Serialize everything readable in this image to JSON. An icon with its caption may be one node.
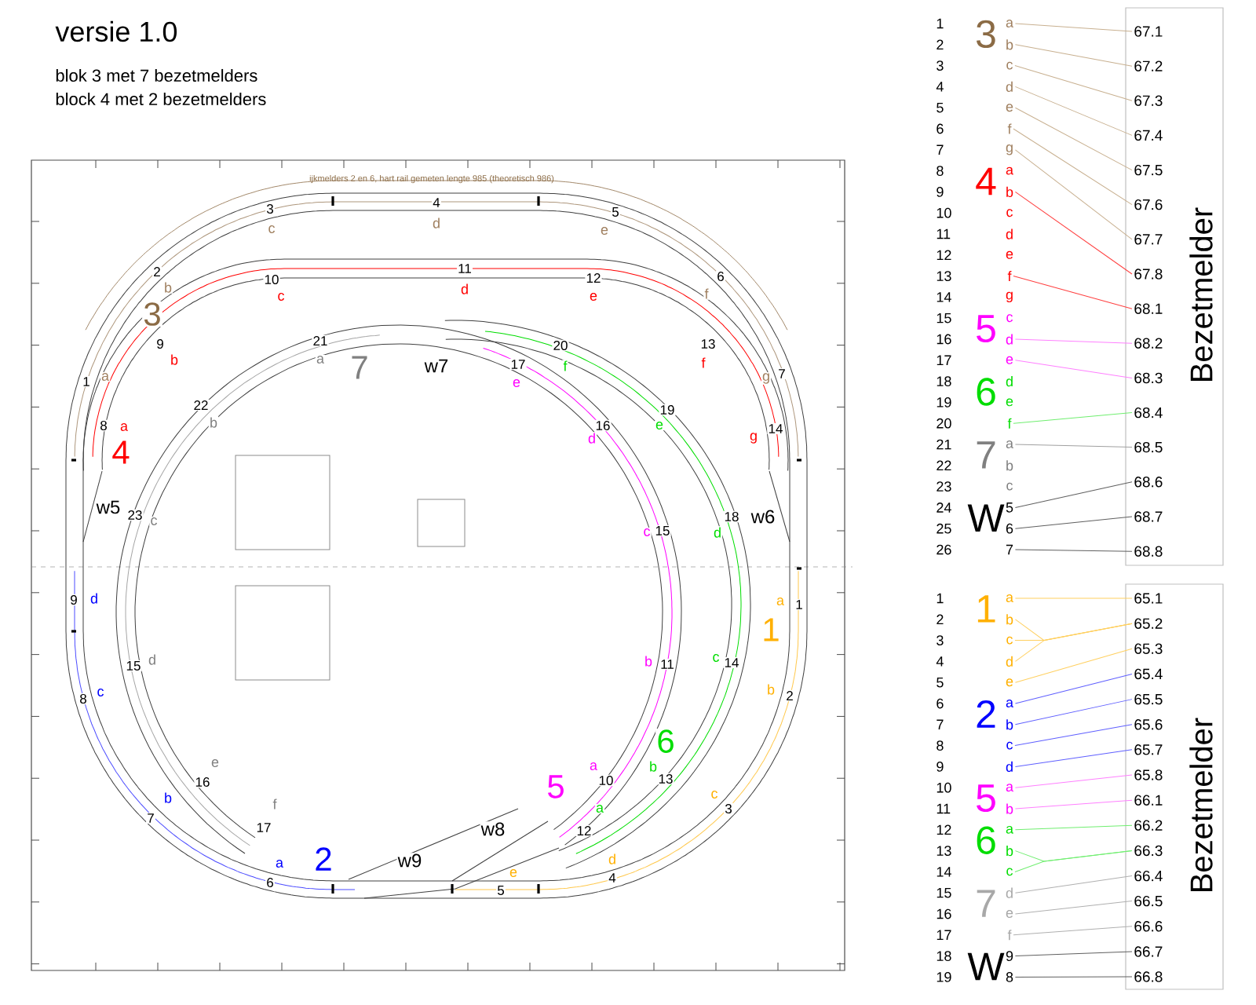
{
  "diagram": {
    "title": "versie 1.0",
    "nodes": [
      {
        "text": [
          "a"
        ]
      },
      {
        "text": [
          "b"
        ]
      },
      {
        "text": [
          "c"
        ]
      },
      {
        "text": [
          "d"
        ]
      },
      {
        "text": [
          "e"
        ]
      },
      {
        "text": [
          "f"
        ]
      },
      {
        "text": [
          "g"
        ]
      },
      {
        "text": [
          "b"
        ]
      },
      {
        "text": [
          "f"
        ]
      },
      {
        "text": [
          "d"
        ]
      },
      {
        "text": [
          "e"
        ]
      },
      {
        "text": [
          "f"
        ]
      },
      {
        "text": [
          "a"
        ]
      },
      {
        "text": [
          "5"
        ]
      },
      {
        "text": [
          "6"
        ]
      },
      {
        "text": [
          "7"
        ]
      },
      {
        "text": [
          "Bezetmelder"
        ]
      },
      {
        "text": [
          "67.1"
        ],
        "in": 16
      },
      {
        "text": [
          "67.2"
        ],
        "in": 16
      },
      {
        "text": [
          "67.3"
        ],
        "in": 16
      },
      {
        "text": [
          "67.4"
        ],
        "in": 16
      },
      {
        "text": [
          "67.5"
        ],
        "in": 16
      },
      {
        "text": [
          "67.6"
        ],
        "in": 16
      },
      {
        "text": [
          "67.7"
        ],
        "in": 16
      },
      {
        "text": [
          "67.8"
        ],
        "in": 16
      },
      {
        "text": [
          "68.1"
        ],
        "in": 16
      },
      {
        "text": [
          "68.2"
        ],
        "in": 16
      },
      {
        "text": [
          "68.3"
        ],
        "in": 16
      },
      {
        "text": [
          "68.4"
        ],
        "in": 16
      },
      {
        "text": [
          "68.5"
        ],
        "in": 16
      },
      {
        "text": [
          "68.6"
        ],
        "in": 16
      },
      {
        "text": [
          "68.7"
        ],
        "in": 16
      },
      {
        "text": [
          "68.8"
        ],
        "in": 16
      },
      {
        "text": [
          "a"
        ]
      },
      {
        "text": [
          "b"
        ]
      },
      {
        "text": [
          "c"
        ]
      },
      {
        "text": [
          "d"
        ]
      },
      {
        "text": [
          "e"
        ]
      },
      {
        "text": [
          "a"
        ]
      },
      {
        "text": [
          "b"
        ]
      },
      {
        "text": [
          "c"
        ]
      },
      {
        "text": [
          "d"
        ]
      },
      {
        "text": [
          "a"
        ]
      },
      {
        "text": [
          "b"
        ]
      },
      {
        "text": [
          "a"
        ]
      },
      {
        "text": [
          "b"
        ]
      },
      {
        "text": [
          "c"
        ]
      },
      {
        "text": [
          "d"
        ]
      },
      {
        "text": [
          "e"
        ]
      },
      {
        "text": [
          "f"
        ]
      },
      {
        "text": [
          "9"
        ]
      },
      {
        "text": [
          "8"
        ]
      },
      {
        "text": [
          "Bezetmelder"
        ]
      },
      {
        "text": [
          "65.1"
        ],
        "in": 52
      },
      {
        "text": [
          "65.2"
        ],
        "in": 52
      },
      {
        "text": [
          "65.3"
        ],
        "in": 52
      },
      {
        "text": [
          "65.4"
        ],
        "in": 52
      },
      {
        "text": [
          "65.5"
        ],
        "in": 52
      },
      {
        "text": [
          "65.6"
        ],
        "in": 52
      },
      {
        "text": [
          "65.7"
        ],
        "in": 52
      },
      {
        "text": [
          "65.8"
        ],
        "in": 52
      },
      {
        "text": [
          "66.1"
        ],
        "in": 52
      },
      {
        "text": [
          "66.2"
        ],
        "in": 52
      },
      {
        "text": [
          "66.3"
        ],
        "in": 52
      },
      {
        "text": [
          "66.4"
        ],
        "in": 52
      },
      {
        "text": [
          "66.5"
        ],
        "in": 52
      },
      {
        "text": [
          "66.6"
        ],
        "in": 52
      },
      {
        "text": [
          "66.7"
        ],
        "in": 52
      },
      {
        "text": [
          "66.8"
        ],
        "in": 52
      }
    ],
    "edges": [
      {
        "from": 0,
        "to": 17,
        "arrow": "none",
        "color": "#c8b090"
      },
      {
        "from": 1,
        "to": 18,
        "arrow": "none",
        "color": "#c8b090"
      },
      {
        "from": 2,
        "to": 19,
        "arrow": "none",
        "color": "#c8b090"
      },
      {
        "from": 3,
        "to": 20,
        "arrow": "none",
        "color": "#c8b090"
      },
      {
        "from": 4,
        "to": 21,
        "arrow": "none",
        "color": "#c8b090"
      },
      {
        "from": 5,
        "to": 22,
        "arrow": "none",
        "color": "#c8b090"
      },
      {
        "from": 6,
        "to": 23,
        "arrow": "none",
        "color": "#c8b090"
      },
      {
        "from": 7,
        "to": 24,
        "arrow": "none",
        "color": "#ff4040"
      },
      {
        "from": 8,
        "to": 25,
        "arrow": "none",
        "color": "#ff4040"
      },
      {
        "from": 9,
        "to": 26,
        "arrow": "none",
        "color": "#ff80ff"
      },
      {
        "from": 10,
        "to": 27,
        "arrow": "none",
        "color": "#ff80ff"
      },
      {
        "from": 11,
        "to": 28,
        "arrow": "none",
        "color": "#70ee70"
      },
      {
        "from": 12,
        "to": 29,
        "arrow": "none",
        "color": "#a0a0a0"
      },
      {
        "from": 13,
        "to": 30,
        "arrow": "none",
        "color": "#606060"
      },
      {
        "from": 14,
        "to": 31,
        "arrow": "none",
        "color": "#606060"
      },
      {
        "from": 15,
        "to": 32,
        "arrow": "none",
        "color": "#606060"
      },
      {
        "from": 33,
        "to": 53,
        "arrow": "none",
        "color": "#ffd060"
      },
      {
        "from": 34,
        "to": 54,
        "arrow": "none",
        "color": "#ffd060"
      },
      {
        "from": 35,
        "to": 54,
        "arrow": "none",
        "color": "#ffd060"
      },
      {
        "from": 36,
        "to": 54,
        "arrow": "none",
        "color": "#ffd060"
      },
      {
        "from": 37,
        "to": 55,
        "arrow": "none",
        "color": "#ffd060"
      },
      {
        "from": 38,
        "to": 56,
        "arrow": "none",
        "color": "#6060ff"
      },
      {
        "from": 39,
        "to": 57,
        "arrow": "none",
        "color": "#6060ff"
      },
      {
        "from": 40,
        "to": 58,
        "arrow": "none",
        "color": "#6060ff"
      },
      {
        "from": 41,
        "to": 59,
        "arrow": "none",
        "color": "#6060ff"
      },
      {
        "from": 42,
        "to": 60,
        "arrow": "none",
        "color": "#ff80ff"
      },
      {
        "from": 43,
        "to": 61,
        "arrow": "none",
        "color": "#ff80ff"
      },
      {
        "from": 44,
        "to": 62,
        "arrow": "none",
        "color": "#70ee70"
      },
      {
        "from": 45,
        "to": 63,
        "arrow": "none",
        "color": "#70ee70"
      },
      {
        "from": 46,
        "to": 63,
        "arrow": "none",
        "color": "#70ee70"
      },
      {
        "from": 47,
        "to": 64,
        "arrow": "none",
        "color": "#b0b0b0"
      },
      {
        "from": 48,
        "to": 65,
        "arrow": "none",
        "color": "#b0b0b0"
      },
      {
        "from": 49,
        "to": 66,
        "arrow": "none",
        "color": "#b0b0b0"
      },
      {
        "from": 50,
        "to": 67,
        "arrow": "none",
        "color": "#606060"
      },
      {
        "from": 51,
        "to": 68,
        "arrow": "none",
        "color": "#606060"
      }
    ],
    "labels": [
      "blok 3 met 7 bezetmelders",
      "block 4 met 2 bezetmelders",
      "ijkmelders 2 en 6, hart rail gemeten lengte 985 (theoretisch 986)",
      "3",
      "c",
      "4",
      "d",
      "5",
      "e",
      "2",
      "b",
      "3",
      "6",
      "f",
      "10",
      "c",
      "11",
      "d",
      "12",
      "e",
      "9",
      "b",
      "13",
      "f",
      "1",
      "a",
      "7",
      "g",
      "21",
      "a",
      "7",
      "w7",
      "17",
      "e",
      "20",
      "f",
      "22",
      "b",
      "8",
      "a",
      "4",
      "14",
      "g",
      "19",
      "e",
      "16",
      "d",
      "w5",
      "23",
      "c",
      "15",
      "c",
      "18",
      "d",
      "w6",
      "9",
      "d",
      "a",
      "1",
      "1",
      "15",
      "d",
      "b",
      "11",
      "c",
      "14",
      "8",
      "c",
      "b",
      "2",
      "6",
      "5",
      "a",
      "10",
      "b",
      "13",
      "e",
      "16",
      "f",
      "c",
      "3",
      "a",
      "12",
      "17",
      "w8",
      "b",
      "7",
      "w9",
      "2",
      "a",
      "6",
      "d",
      "e",
      "4",
      "5",
      "1",
      "2",
      "3",
      "4",
      "5",
      "6",
      "7",
      "8",
      "9",
      "10",
      "11",
      "12",
      "13",
      "14",
      "15",
      "16",
      "17",
      "18",
      "19",
      "20",
      "21",
      "22",
      "23",
      "24",
      "25",
      "26",
      "3",
      "4",
      "5",
      "6",
      "7",
      "W",
      "a",
      "c",
      "d",
      "e",
      "g",
      "c",
      "d",
      "e",
      "b",
      "c",
      "1",
      "2",
      "3",
      "4",
      "5",
      "6",
      "7",
      "8",
      "9",
      "10",
      "11",
      "12",
      "13",
      "14",
      "15",
      "16",
      "17",
      "18",
      "19",
      "1",
      "2",
      "5",
      "6",
      "7",
      "W"
    ]
  }
}
